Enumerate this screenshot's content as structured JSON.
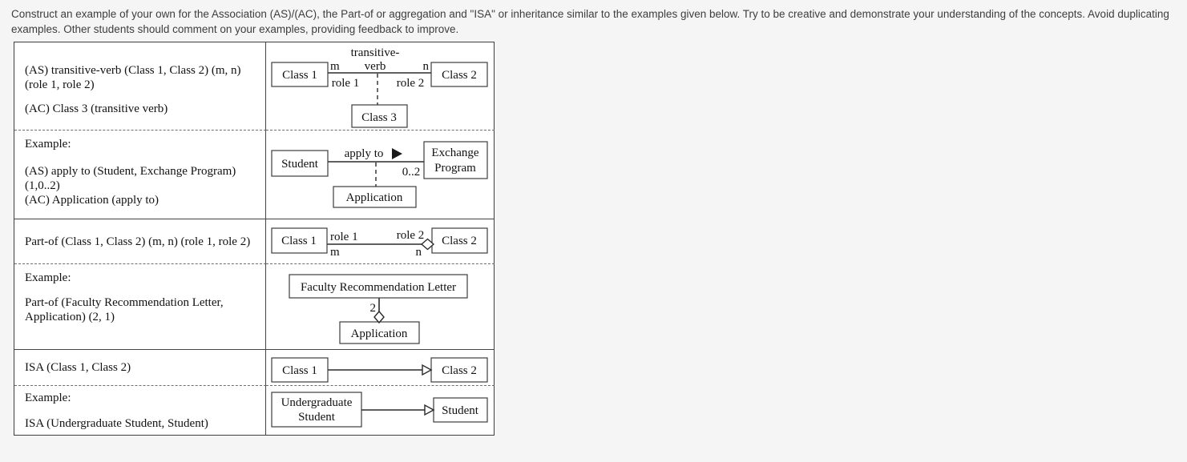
{
  "colors": {
    "page_background": "#f5f5f5",
    "panel_background": "#ffffff",
    "border_ink": "#3e3e3e",
    "diagram_ink": "#2b2b2b",
    "header_text": "#3d3d3d",
    "body_text": "#111111"
  },
  "header": {
    "line1": "Construct an example of your own for the Association (AS)/(AC), the Part-of or aggregation and \"ISA\" or inheritance similar to the examples given below. Try to be creative and demonstrate your understanding of the concepts. Avoid duplicating",
    "line2": "examples. Other students should comment on your examples, providing feedback to improve."
  },
  "table": {
    "rows": {
      "as_def": {
        "line1": "(AS) transitive-verb (Class 1, Class 2) (m, n)",
        "line2": "(role 1, role 2)",
        "line3": "(AC) Class 3 (transitive verb)"
      },
      "as_example": {
        "label": "Example:",
        "line1": "(AS) apply to (Student, Exchange Program)",
        "line2": "(1,0..2)",
        "line3": "(AC) Application (apply to)"
      },
      "partof_def": {
        "line1": "Part-of (Class 1, Class 2) (m, n) (role 1, role 2)"
      },
      "partof_example": {
        "label": "Example:",
        "line1": "Part-of (Faculty Recommendation Letter,",
        "line2": "Application) (2, 1)"
      },
      "isa_def": {
        "line1": "ISA (Class 1, Class 2)"
      },
      "isa_example": {
        "label": "Example:",
        "line1": "ISA (Undergraduate Student, Student)"
      }
    },
    "diagrams": {
      "d1": {
        "class1": "Class 1",
        "class2": "Class 2",
        "class3": "Class 3",
        "assoc_name_line1": "transitive-",
        "assoc_name_line2": "verb",
        "mult_left": "m",
        "mult_right": "n",
        "role_left": "role 1",
        "role_right": "role 2"
      },
      "d2": {
        "left_class": "Student",
        "right_class_line1": "Exchange",
        "right_class_line2": "Program",
        "assoc_name": "apply to",
        "mult_right": "0..2",
        "assoc_class": "Application"
      },
      "d3": {
        "class1": "Class 1",
        "class2": "Class 2",
        "role_left": "role 1",
        "role_right": "role 2",
        "mult_left": "m",
        "mult_right": "n"
      },
      "d4": {
        "whole_class": "Faculty Recommendation Letter",
        "part_class": "Application",
        "mult": "2"
      },
      "d5": {
        "sub_class": "Class 1",
        "super_class": "Class 2"
      },
      "d6": {
        "sub_class_line1": "Undergraduate",
        "sub_class_line2": "Student",
        "super_class": "Student"
      }
    }
  }
}
